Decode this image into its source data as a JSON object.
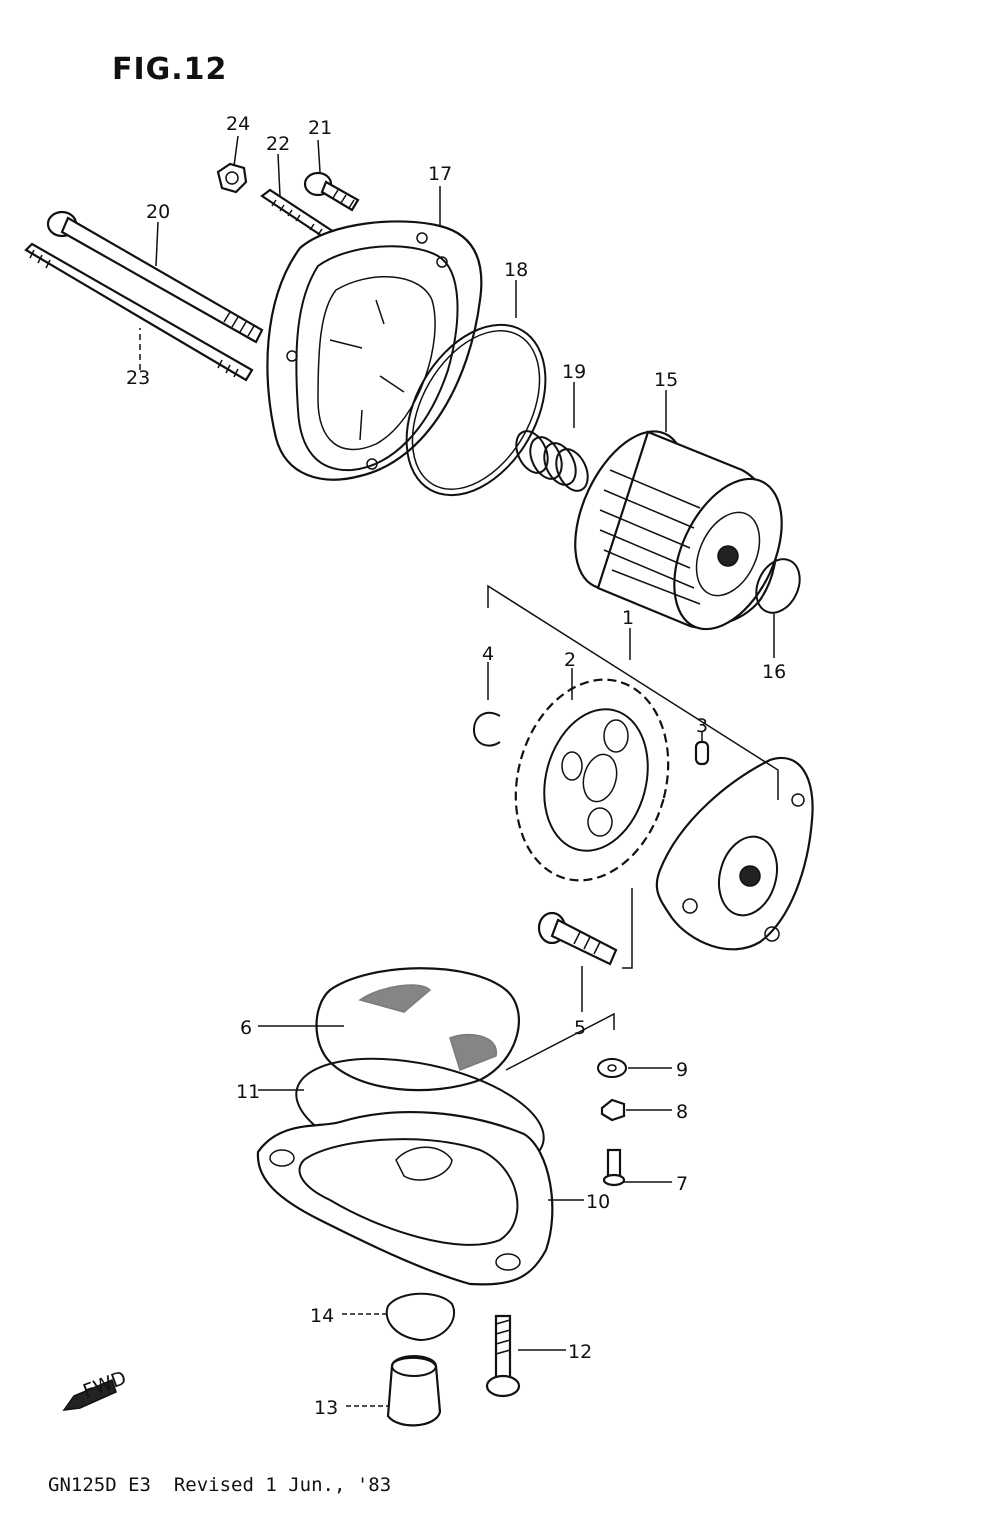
{
  "figure": {
    "title": "FIG.12",
    "footer": "GN125D E3  Revised 1 Jun., '83",
    "fwd_arrow_text": "FWD"
  },
  "callouts": {
    "c1": "1",
    "c2": "2",
    "c3": "3",
    "c4": "4",
    "c5": "5",
    "c6": "6",
    "c7": "7",
    "c8": "8",
    "c9": "9",
    "c10": "10",
    "c11": "11",
    "c12": "12",
    "c13": "13",
    "c14": "14",
    "c15": "15",
    "c16": "16",
    "c17": "17",
    "c18": "18",
    "c19": "19",
    "c20": "20",
    "c21": "21",
    "c22": "22",
    "c23": "23",
    "c24": "24"
  }
}
